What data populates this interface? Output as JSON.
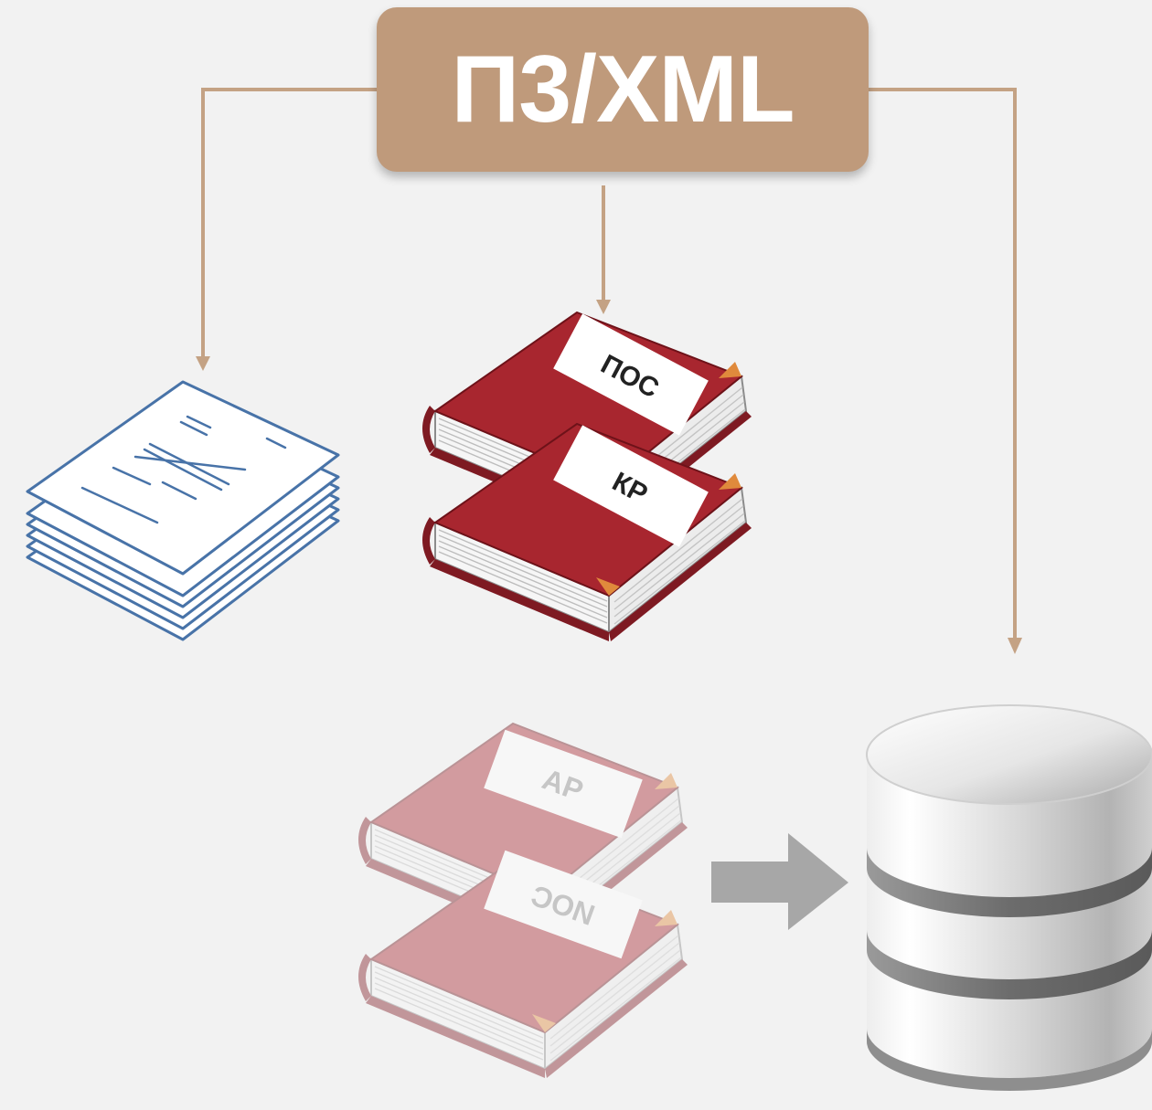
{
  "title": "П3/XML",
  "books": {
    "top_1": "ПОС",
    "top_2": "КР",
    "faded_1": "АР",
    "faded_2": "ИОС"
  },
  "colors": {
    "accent": "#bf9a7b",
    "connector": "#c4a284",
    "book_red": "#a8262f",
    "book_red_dark": "#7e1a22",
    "book_corner": "#e08a3c",
    "doc_stroke": "#4873a8",
    "arrow_grey": "#a7a7a7",
    "background": "#f2f2f2"
  },
  "icons": [
    "document-stack-icon",
    "book-icon",
    "database-icon",
    "arrow-right-icon"
  ]
}
